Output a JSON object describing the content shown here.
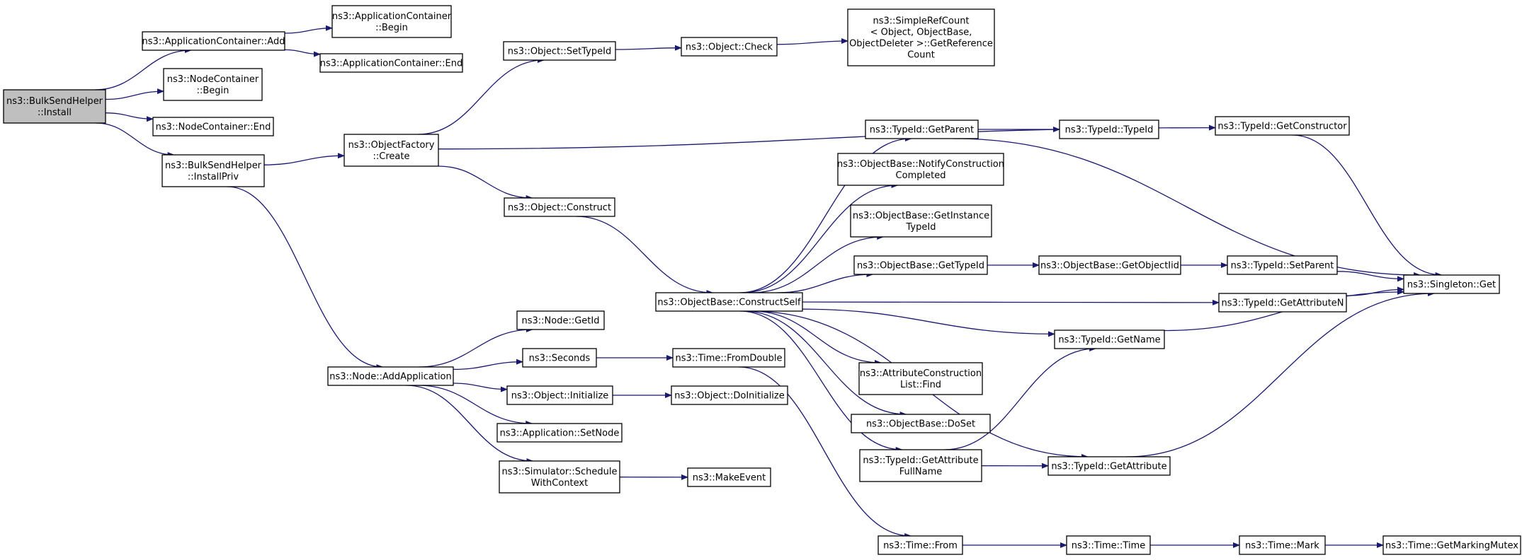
{
  "diagram": {
    "root": "ns3::BulkSendHelper::Install",
    "nodes": [
      {
        "id": "install",
        "lines": [
          "ns3::BulkSendHelper",
          "::Install"
        ],
        "root": true
      },
      {
        "id": "appc_add",
        "lines": [
          "ns3::ApplicationContainer::Add"
        ]
      },
      {
        "id": "nodec_begin",
        "lines": [
          "ns3::NodeContainer",
          "::Begin"
        ]
      },
      {
        "id": "nodec_end",
        "lines": [
          "ns3::NodeContainer::End"
        ]
      },
      {
        "id": "installpriv",
        "lines": [
          "ns3::BulkSendHelper",
          "::InstallPriv"
        ]
      },
      {
        "id": "appc_begin",
        "lines": [
          "ns3::ApplicationContainer",
          "::Begin"
        ]
      },
      {
        "id": "appc_end",
        "lines": [
          "ns3::ApplicationContainer::End"
        ]
      },
      {
        "id": "of_create",
        "lines": [
          "ns3::ObjectFactory",
          "::Create"
        ]
      },
      {
        "id": "addapp",
        "lines": [
          "ns3::Node::AddApplication"
        ]
      },
      {
        "id": "obj_settypeid",
        "lines": [
          "ns3::Object::SetTypeId"
        ]
      },
      {
        "id": "obj_construct",
        "lines": [
          "ns3::Object::Construct"
        ]
      },
      {
        "id": "node_getid",
        "lines": [
          "ns3::Node::GetId"
        ]
      },
      {
        "id": "seconds",
        "lines": [
          "ns3::Seconds"
        ]
      },
      {
        "id": "obj_initialize",
        "lines": [
          "ns3::Object::Initialize"
        ]
      },
      {
        "id": "app_setnode",
        "lines": [
          "ns3::Application::SetNode"
        ]
      },
      {
        "id": "sim_schedule",
        "lines": [
          "ns3::Simulator::Schedule",
          "WithContext"
        ]
      },
      {
        "id": "obj_check",
        "lines": [
          "ns3::Object::Check"
        ]
      },
      {
        "id": "ob_constructself",
        "lines": [
          "ns3::ObjectBase::ConstructSelf"
        ]
      },
      {
        "id": "time_fromdouble",
        "lines": [
          "ns3::Time::FromDouble"
        ]
      },
      {
        "id": "obj_doinit",
        "lines": [
          "ns3::Object::DoInitialize"
        ]
      },
      {
        "id": "makeevent",
        "lines": [
          "ns3::MakeEvent"
        ]
      },
      {
        "id": "srcount",
        "lines": [
          "ns3::SimpleRefCount",
          "< Object, ObjectBase,",
          "ObjectDeleter >::GetReference",
          "Count"
        ]
      },
      {
        "id": "tid_getparent",
        "lines": [
          "ns3::TypeId::GetParent"
        ]
      },
      {
        "id": "ob_notify",
        "lines": [
          "ns3::ObjectBase::NotifyConstruction",
          "Completed"
        ]
      },
      {
        "id": "ob_getinstance",
        "lines": [
          "ns3::ObjectBase::GetInstance",
          "TypeId"
        ]
      },
      {
        "id": "ob_gettypeid",
        "lines": [
          "ns3::ObjectBase::GetTypeId"
        ]
      },
      {
        "id": "acl_find",
        "lines": [
          "ns3::AttributeConstruction",
          "List::Find"
        ]
      },
      {
        "id": "ob_doset",
        "lines": [
          "ns3::ObjectBase::DoSet"
        ]
      },
      {
        "id": "tid_getattrfull",
        "lines": [
          "ns3::TypeId::GetAttribute",
          "FullName"
        ]
      },
      {
        "id": "time_from",
        "lines": [
          "ns3::Time::From"
        ]
      },
      {
        "id": "tid_typeid",
        "lines": [
          "ns3::TypeId::TypeId"
        ]
      },
      {
        "id": "ob_getobjectiid",
        "lines": [
          "ns3::ObjectBase::GetObjectIid"
        ]
      },
      {
        "id": "tid_getname",
        "lines": [
          "ns3::TypeId::GetName"
        ]
      },
      {
        "id": "tid_getattribute",
        "lines": [
          "ns3::TypeId::GetAttribute"
        ]
      },
      {
        "id": "time_time",
        "lines": [
          "ns3::Time::Time"
        ]
      },
      {
        "id": "tid_getconstructor",
        "lines": [
          "ns3::TypeId::GetConstructor"
        ]
      },
      {
        "id": "tid_setparent",
        "lines": [
          "ns3::TypeId::SetParent"
        ]
      },
      {
        "id": "tid_getattributen",
        "lines": [
          "ns3::TypeId::GetAttributeN"
        ]
      },
      {
        "id": "time_mark",
        "lines": [
          "ns3::Time::Mark"
        ]
      },
      {
        "id": "singleton_get",
        "lines": [
          "ns3::Singleton::Get"
        ]
      },
      {
        "id": "time_getmarkingmutex",
        "lines": [
          "ns3::Time::GetMarkingMutex"
        ]
      }
    ],
    "edges": [
      [
        "install",
        "appc_add"
      ],
      [
        "install",
        "nodec_begin"
      ],
      [
        "install",
        "nodec_end"
      ],
      [
        "install",
        "installpriv"
      ],
      [
        "appc_add",
        "appc_begin"
      ],
      [
        "appc_add",
        "appc_end"
      ],
      [
        "installpriv",
        "of_create"
      ],
      [
        "installpriv",
        "addapp"
      ],
      [
        "of_create",
        "obj_settypeid"
      ],
      [
        "of_create",
        "tid_getconstructor"
      ],
      [
        "of_create",
        "obj_construct"
      ],
      [
        "obj_settypeid",
        "obj_check"
      ],
      [
        "obj_check",
        "srcount"
      ],
      [
        "obj_construct",
        "ob_constructself"
      ],
      [
        "addapp",
        "node_getid"
      ],
      [
        "addapp",
        "seconds"
      ],
      [
        "addapp",
        "obj_initialize"
      ],
      [
        "addapp",
        "app_setnode"
      ],
      [
        "addapp",
        "sim_schedule"
      ],
      [
        "seconds",
        "time_fromdouble"
      ],
      [
        "time_fromdouble",
        "time_from"
      ],
      [
        "obj_initialize",
        "obj_doinit"
      ],
      [
        "sim_schedule",
        "makeevent"
      ],
      [
        "ob_constructself",
        "tid_getparent"
      ],
      [
        "ob_constructself",
        "ob_notify"
      ],
      [
        "ob_constructself",
        "ob_getinstance"
      ],
      [
        "ob_constructself",
        "ob_gettypeid"
      ],
      [
        "ob_constructself",
        "tid_getattributen"
      ],
      [
        "ob_constructself",
        "tid_getname"
      ],
      [
        "ob_constructself",
        "acl_find"
      ],
      [
        "ob_constructself",
        "ob_doset"
      ],
      [
        "ob_constructself",
        "tid_getattrfull"
      ],
      [
        "ob_constructself",
        "tid_getattribute"
      ],
      [
        "tid_getparent",
        "tid_typeid"
      ],
      [
        "tid_getparent",
        "singleton_get"
      ],
      [
        "ob_gettypeid",
        "ob_getobjectiid"
      ],
      [
        "ob_getobjectiid",
        "tid_setparent"
      ],
      [
        "tid_setparent",
        "singleton_get"
      ],
      [
        "tid_getattributen",
        "singleton_get"
      ],
      [
        "tid_getname",
        "singleton_get"
      ],
      [
        "tid_getconstructor",
        "singleton_get"
      ],
      [
        "tid_getattrfull",
        "tid_getname"
      ],
      [
        "tid_getattrfull",
        "tid_getattribute"
      ],
      [
        "tid_getattribute",
        "singleton_get"
      ],
      [
        "time_from",
        "time_time"
      ],
      [
        "time_time",
        "time_mark"
      ],
      [
        "time_mark",
        "time_getmarkingmutex"
      ]
    ]
  }
}
